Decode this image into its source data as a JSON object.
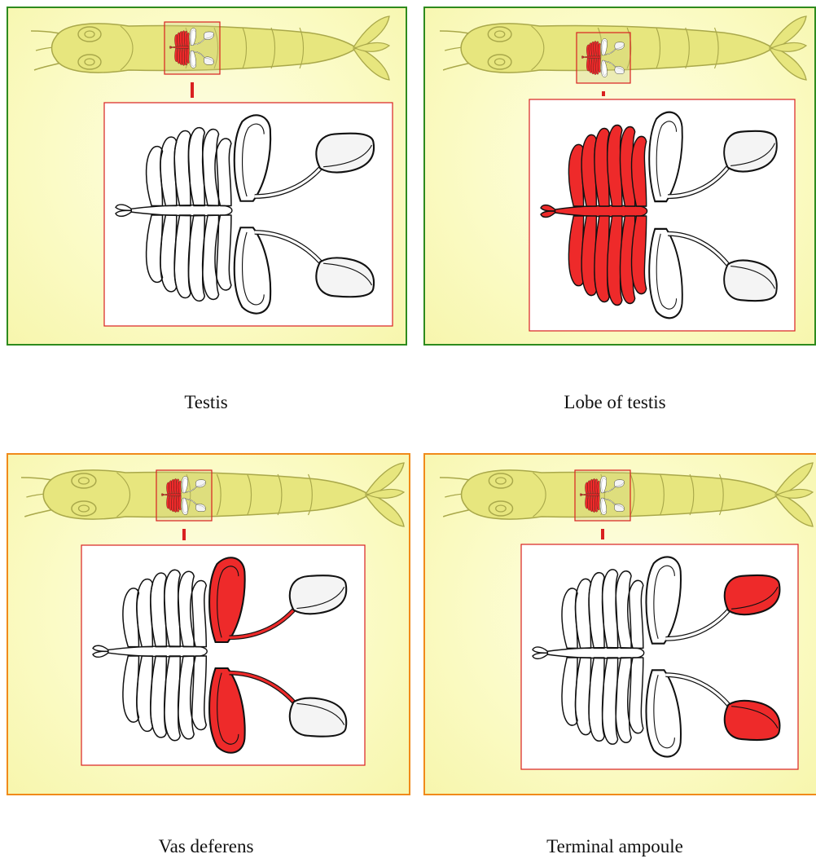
{
  "panels": [
    {
      "caption": "Testis",
      "highlight": "none",
      "frame_color": "#2e8b1e"
    },
    {
      "caption": "Lobe of testis",
      "highlight": "testis-lobes",
      "frame_color": "#2e8b1e"
    },
    {
      "caption": "Vas deferens",
      "highlight": "vas-deferens",
      "frame_color": "#f08a1a"
    },
    {
      "caption": "Terminal ampoule",
      "highlight": "terminal-ampoule",
      "frame_color": "#f08a1a"
    }
  ],
  "colors": {
    "highlight": "#ee2a2a",
    "callout": "#d92020",
    "shrimp_fill": "#e7e67e",
    "shrimp_stroke": "#a9a84a",
    "ink": "#111111"
  }
}
